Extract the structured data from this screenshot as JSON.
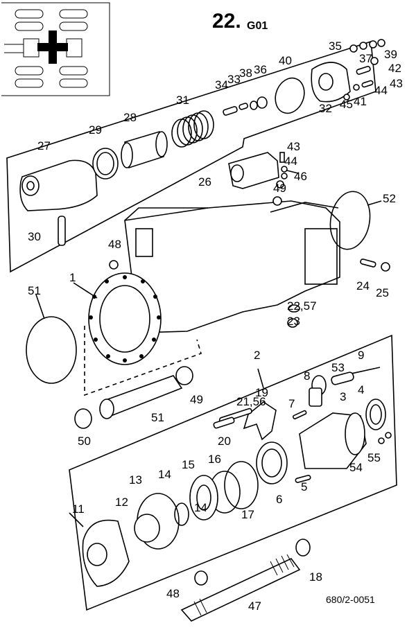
{
  "page": {
    "code": "22.",
    "code_suffix": "G01",
    "drawing_ref": "680/2-0051"
  },
  "callouts": [
    "1",
    "2",
    "3",
    "4",
    "5",
    "6",
    "7",
    "8",
    "9",
    "11",
    "12",
    "13",
    "14",
    "14",
    "15",
    "16",
    "17",
    "18",
    "19",
    "20",
    "21,56",
    "22,57",
    "23",
    "24",
    "25",
    "26",
    "27",
    "28",
    "29",
    "30",
    "31",
    "32",
    "33",
    "34",
    "35",
    "36",
    "37",
    "38",
    "39",
    "40",
    "41",
    "42",
    "43",
    "43",
    "44",
    "44",
    "45",
    "46",
    "47",
    "48",
    "48",
    "49",
    "49",
    "50",
    "51",
    "51",
    "52",
    "53",
    "54",
    "55"
  ]
}
